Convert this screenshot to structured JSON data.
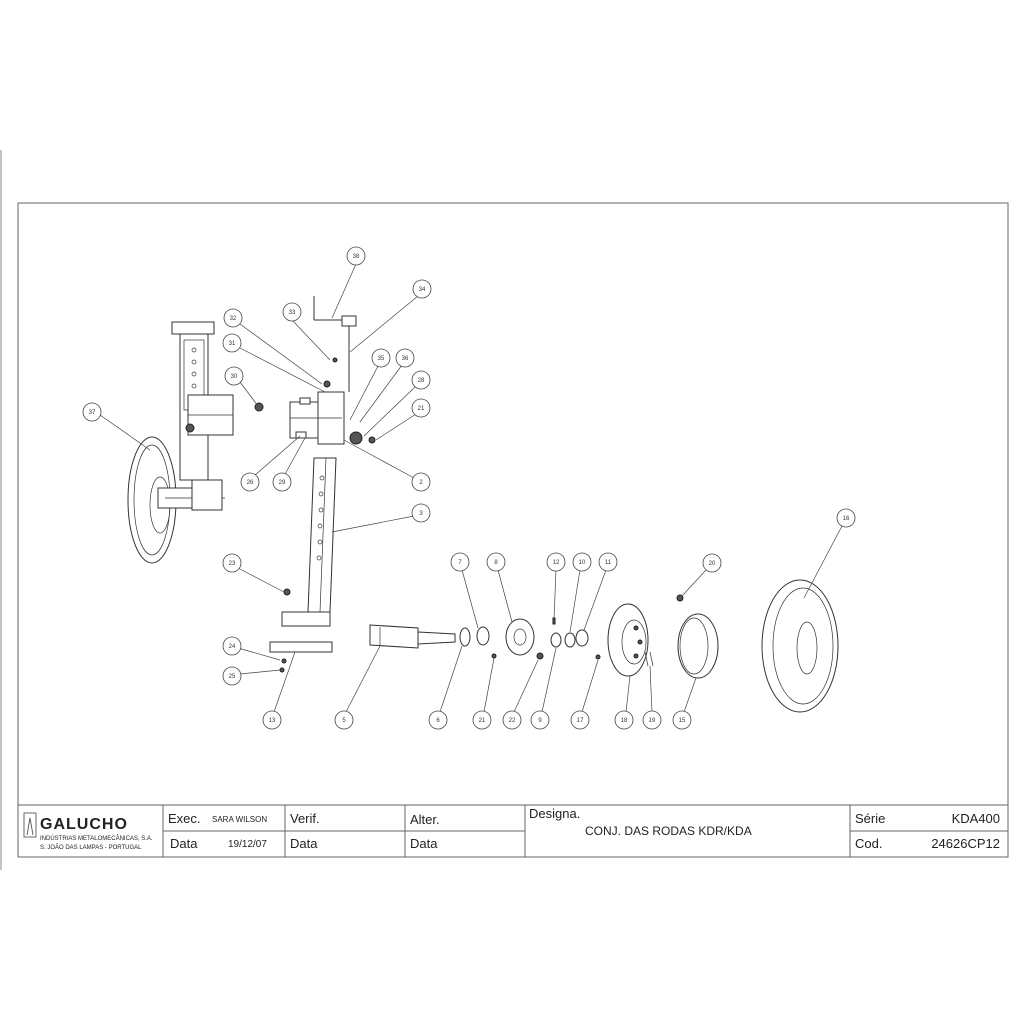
{
  "title_block": {
    "company_logo": "GALUCHO",
    "company_line1": "INDÚSTRIAS METALOMECÂNICAS, S.A.",
    "company_line2": "S. JOÃO DAS LAMPAS - PORTUGAL",
    "exec_label": "Exec.",
    "exec_value": "SARA WILSON",
    "verif_label": "Verif.",
    "alter_label": "Alter.",
    "data_label": "Data",
    "data_value": "19/12/07",
    "verif_data_label": "Data",
    "alter_data_label": "Data",
    "designa_label": "Designa.",
    "designa_value": "CONJ. DAS RODAS KDR/KDA",
    "serie_label": "Série",
    "serie_value": "KDA400",
    "cod_label": "Cod.",
    "cod_value": "24626CP12"
  },
  "callouts": [
    "38",
    "33",
    "34",
    "32",
    "31",
    "35",
    "36",
    "30",
    "28",
    "21",
    "37",
    "26",
    "29",
    "2",
    "3",
    "23",
    "7",
    "8",
    "12",
    "10",
    "11",
    "20",
    "16",
    "24",
    "25",
    "13",
    "5",
    "6",
    "21",
    "22",
    "9",
    "17",
    "18",
    "19",
    "15"
  ]
}
